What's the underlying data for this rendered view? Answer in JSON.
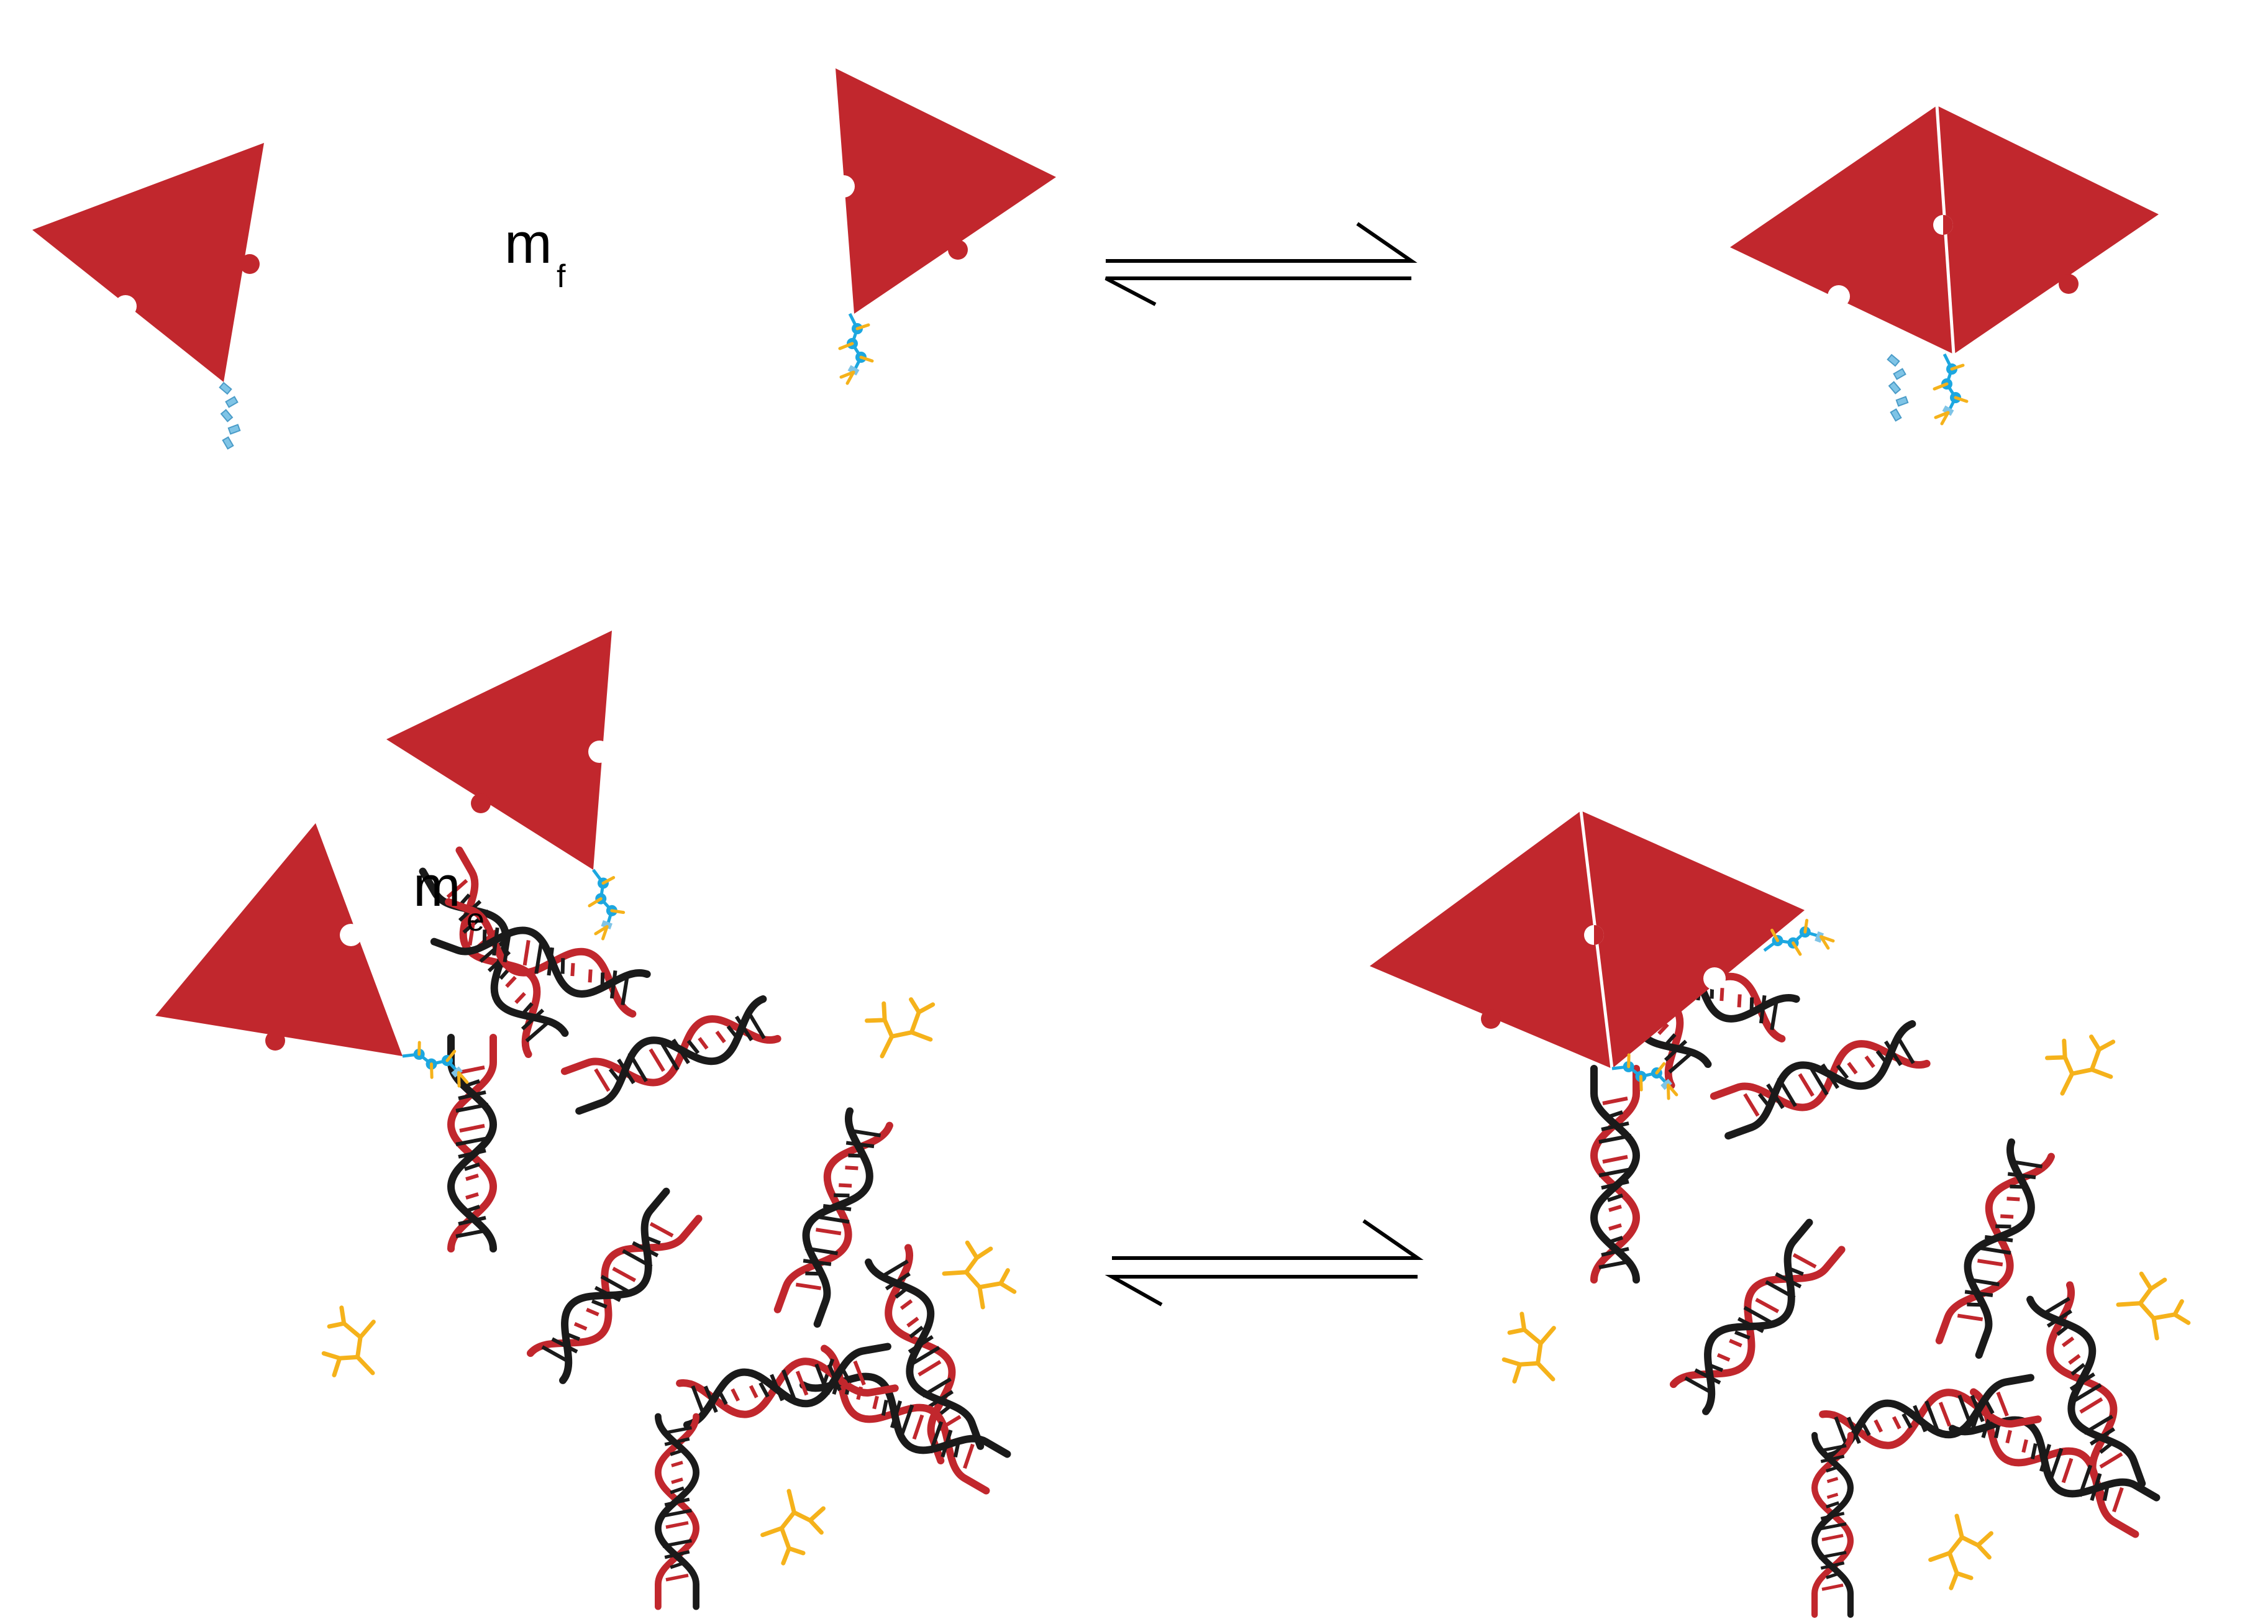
{
  "labels": {
    "mf_main": "m",
    "mf_sub": "f",
    "me_main": "m",
    "me_sub": "e"
  },
  "colors": {
    "protein": "#C1272D",
    "strand_red": "#C1272D",
    "strand_black": "#1A1A1A",
    "ligand_yellow": "#F5B21B",
    "sugar_blue": "#1CA7E0",
    "sugar_light": "#7FC4E6",
    "arrow": "#000000"
  },
  "icons": {
    "equilibrium_top": "equilibrium-arrow-icon",
    "equilibrium_bottom": "equilibrium-arrow-icon"
  }
}
